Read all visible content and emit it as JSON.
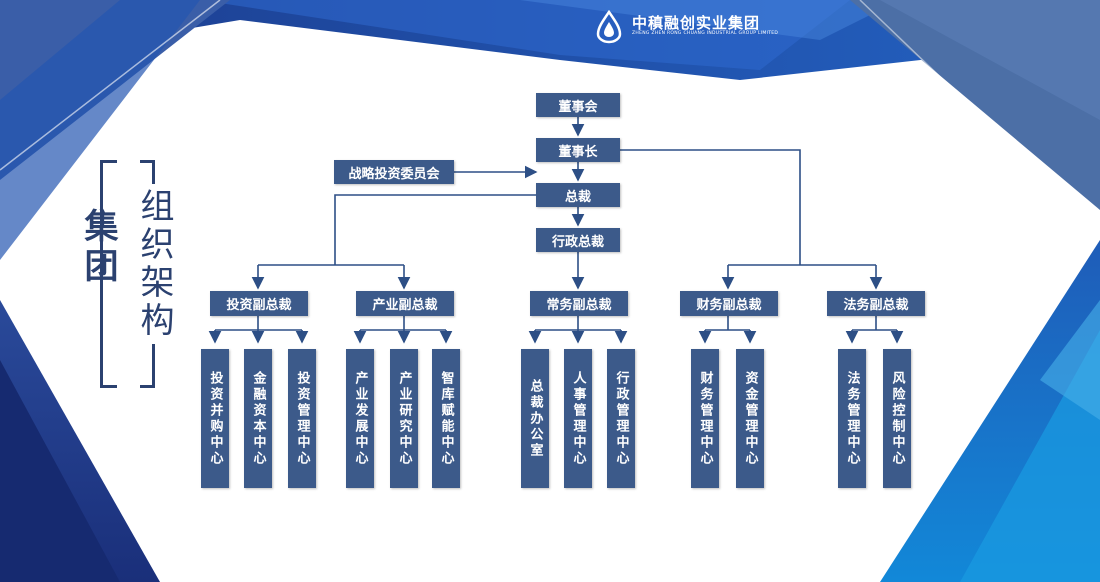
{
  "header": {
    "company_name": "中稹融创实业集团",
    "company_subtitle": "ZHENG ZHEN RONG CHUANG INDUSTRIAL GROUP LIMITED"
  },
  "title": {
    "main": "集团",
    "sub": "组织架构"
  },
  "org": {
    "board": "董事会",
    "chairman": "董事长",
    "strategy_committee": "战略投资委员会",
    "president": "总裁",
    "admin_president": "行政总裁",
    "vps": [
      {
        "label": "投资副总裁",
        "centers": [
          "投资并购中心",
          "金融资本中心",
          "投资管理中心"
        ]
      },
      {
        "label": "产业副总裁",
        "centers": [
          "产业发展中心",
          "产业研究中心",
          "智库赋能中心"
        ]
      },
      {
        "label": "常务副总裁",
        "centers": [
          "总裁办公室",
          "人事管理中心",
          "行政管理中心"
        ]
      },
      {
        "label": "财务副总裁",
        "centers": [
          "财务管理中心",
          "资金管理中心"
        ]
      },
      {
        "label": "法务副总裁",
        "centers": [
          "法务管理中心",
          "风险控制中心"
        ]
      }
    ]
  },
  "colors": {
    "box": "#3c5a8a",
    "line": "#2d4f86",
    "title": "#2b4170",
    "deep_blue": "#1a3a8c",
    "bright_blue": "#1e6fc8"
  }
}
